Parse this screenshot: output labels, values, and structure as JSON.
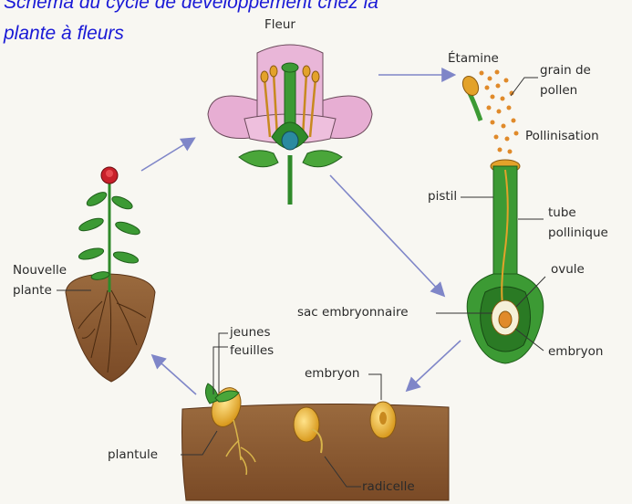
{
  "title": {
    "line1": "Schéma du cycle de développement chez la",
    "line2": "plante à fleurs"
  },
  "labels": {
    "fleur": "Fleur",
    "etamine": "Étamine",
    "grain_line1": "grain de",
    "grain_line2": "pollen",
    "pollinisation": "Pollinisation",
    "pistil": "pistil",
    "tube_line1": "tube",
    "tube_line2": "pollinique",
    "ovule": "ovule",
    "sac": "sac embryonnaire",
    "embryon_right": "embryon",
    "embryon_seed": "embryon",
    "nouvelle_line1": "Nouvelle",
    "nouvelle_line2": "plante",
    "jeunes_line1": "jeunes",
    "jeunes_line2": "feuilles",
    "plantule": "plantule",
    "radicelle": "radicelle"
  },
  "colors": {
    "arrow": "#7f86c8",
    "stem_green": "#2f8a2a",
    "soil": "#8a5a32",
    "petal": "#e9b6d8",
    "title": "#1a1ad6"
  }
}
